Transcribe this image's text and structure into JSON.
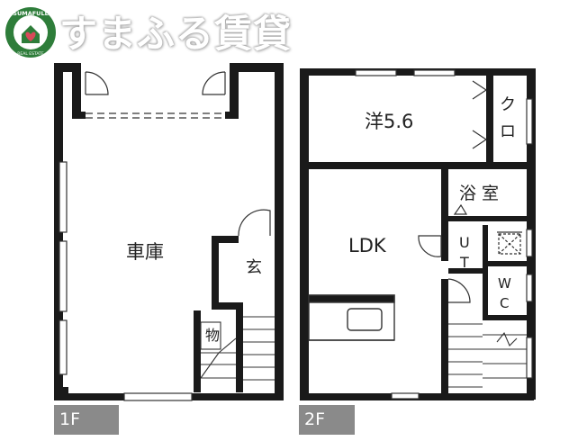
{
  "brand": {
    "name": "すまふる賃貸",
    "logo_text": "SUMAFULL",
    "logo_subtext": "REAL ESTATE",
    "logo_color": "#2e7d3a",
    "heart_color": "#d84a5a"
  },
  "floors": [
    {
      "tag": "1F",
      "rooms": {
        "garage": "車庫",
        "entrance": "玄",
        "storage": "物"
      }
    },
    {
      "tag": "2F",
      "rooms": {
        "western": "洋5.6",
        "closet_1": "ク",
        "closet_2": "ロ",
        "bath_1": "浴",
        "bath_2": "室",
        "ldk": "LDK",
        "ut_1": "U",
        "ut_2": "T",
        "wc_1": "W",
        "wc_2": "C"
      }
    }
  ],
  "colors": {
    "wall": "#1a1a1a",
    "line": "#333333",
    "tag_bg": "#8a8a8a"
  }
}
